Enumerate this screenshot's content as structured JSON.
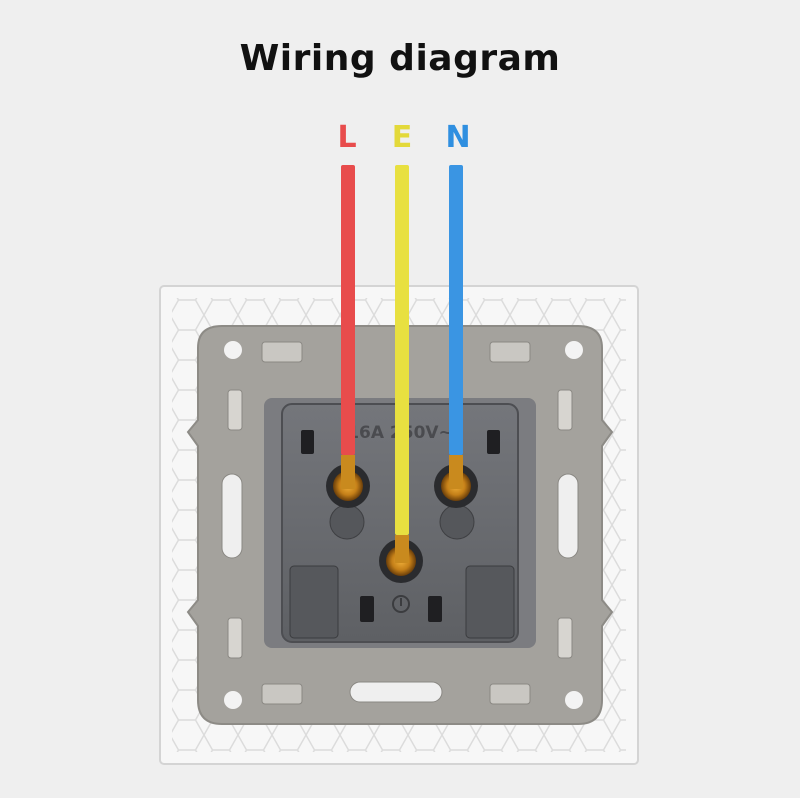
{
  "title": "Wiring diagram",
  "wires": [
    {
      "label": "L",
      "color": "#e84c4c"
    },
    {
      "label": "E",
      "color": "#e8e040"
    },
    {
      "label": "N",
      "color": "#2f8fe0"
    }
  ],
  "socket": {
    "rating_text": "16A 250V~",
    "plate_color": "#f6f6f6",
    "frame_color": "#a3a19c",
    "body_color": "#6a6c70",
    "terminal_color": "#c98a1e"
  }
}
